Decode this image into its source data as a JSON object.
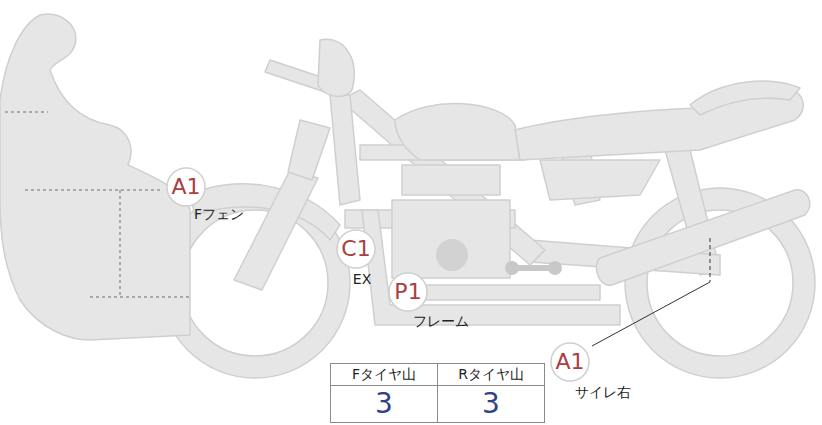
{
  "diagram": {
    "nodes": [
      {
        "text": [
          "A1",
          "Fフェン"
        ]
      },
      {
        "text": [
          "C1",
          "EX"
        ]
      },
      {
        "text": [
          "P1",
          "フレーム"
        ]
      },
      {
        "text": [
          "A1",
          "サイレ右"
        ]
      }
    ],
    "labels": [
      "Fタイヤ山",
      "Rタイヤ山",
      "3",
      "3"
    ]
  }
}
